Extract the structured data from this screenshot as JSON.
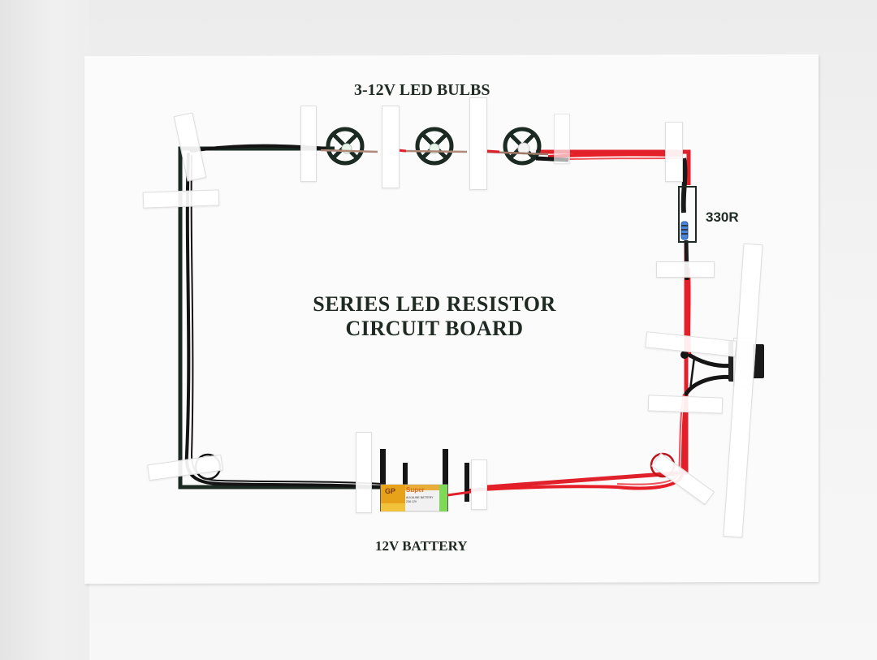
{
  "board": {
    "title_line1": "SERIES LED RESISTOR",
    "title_line2": "CIRCUIT BOARD",
    "led_label": "3-12V LED BULBS",
    "resistor_label": "330R",
    "battery_label": "12V BATTERY"
  },
  "components": {
    "leds": [
      {
        "name": "led-1",
        "symbol": "circle-x"
      },
      {
        "name": "led-2",
        "symbol": "circle-x"
      },
      {
        "name": "led-3",
        "symbol": "circle-x"
      }
    ],
    "resistor": {
      "value": "330R"
    },
    "switch": {
      "type": "rocker-switch"
    },
    "battery": {
      "brand": "GP",
      "brand_line": "Super",
      "type_line": "ALKALINE BATTERY",
      "model_line": "23A 12V"
    }
  },
  "colors": {
    "board": "#fbfbfb",
    "trace_dark": "#1b2a22",
    "wire_black": "#1a1a1a",
    "wire_red": "#e0202a",
    "battery_gold": "#e8a21a",
    "battery_green": "#7ed957",
    "text": "#1e2a22"
  }
}
